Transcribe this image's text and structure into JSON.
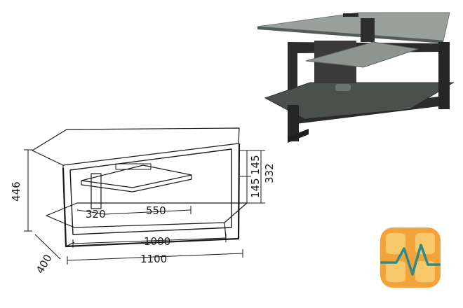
{
  "dimensions": {
    "height_total": "446",
    "depth": "400",
    "width_inner": "1000",
    "width_total": "1100",
    "shelf_width": "550",
    "shelf_depth": "320",
    "top_gap": "145",
    "middle_gap": "145",
    "side_height": "332"
  },
  "colors": {
    "line": "#1a1a1a",
    "frame_dark": "#2b2b2b",
    "glass_gray": "#8e9591",
    "logo_orange": "#f2a33a",
    "logo_light": "#f7c96b",
    "logo_wave": "#2f8a8a"
  },
  "icons": {
    "logo": "waveform-logo-icon"
  }
}
